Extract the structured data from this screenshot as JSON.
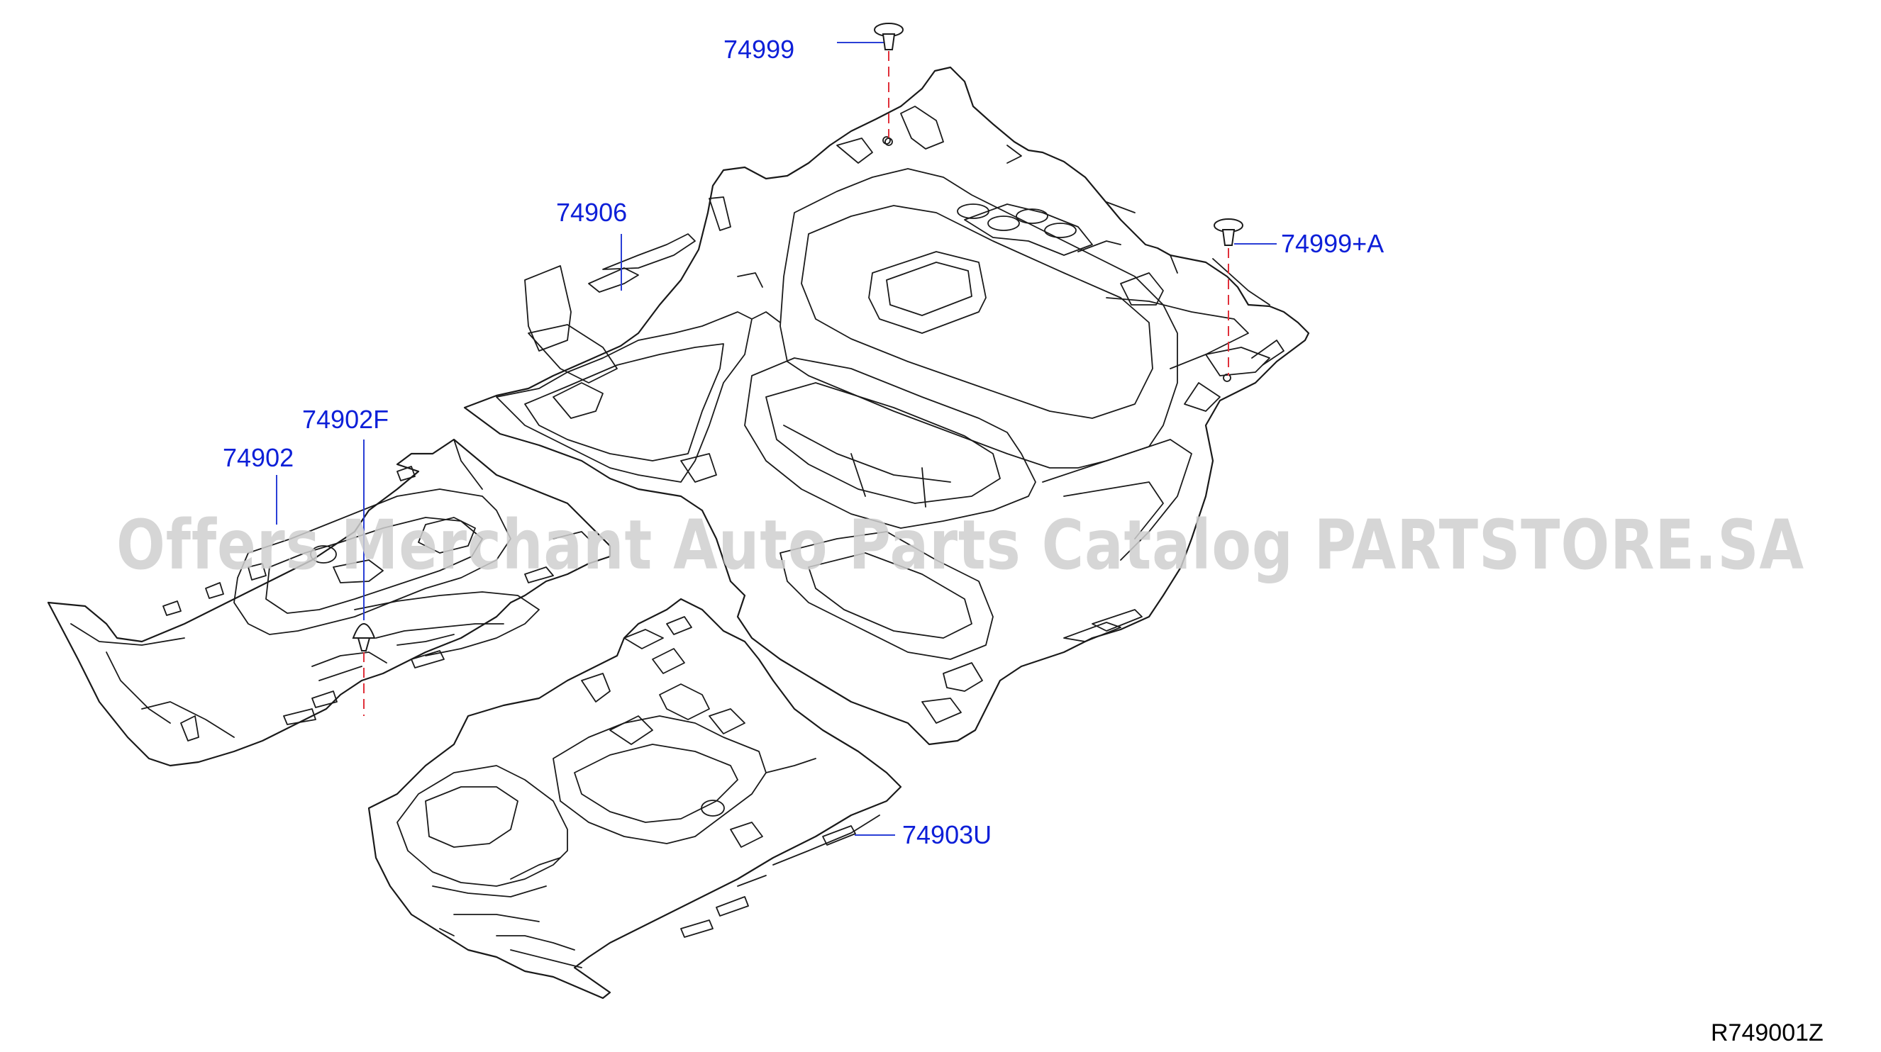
{
  "diagram": {
    "labels": [
      {
        "id": "p74999",
        "text": "74999"
      },
      {
        "id": "p74906",
        "text": "74906"
      },
      {
        "id": "p74999A",
        "text": "74999+A"
      },
      {
        "id": "p74902F",
        "text": "74902F"
      },
      {
        "id": "p74902",
        "text": "74902"
      },
      {
        "id": "p74903U",
        "text": "74903U"
      }
    ],
    "reference_code": "R749001Z",
    "watermark": "Offers Merchant Auto Parts Catalog PARTSTORE.SA"
  }
}
